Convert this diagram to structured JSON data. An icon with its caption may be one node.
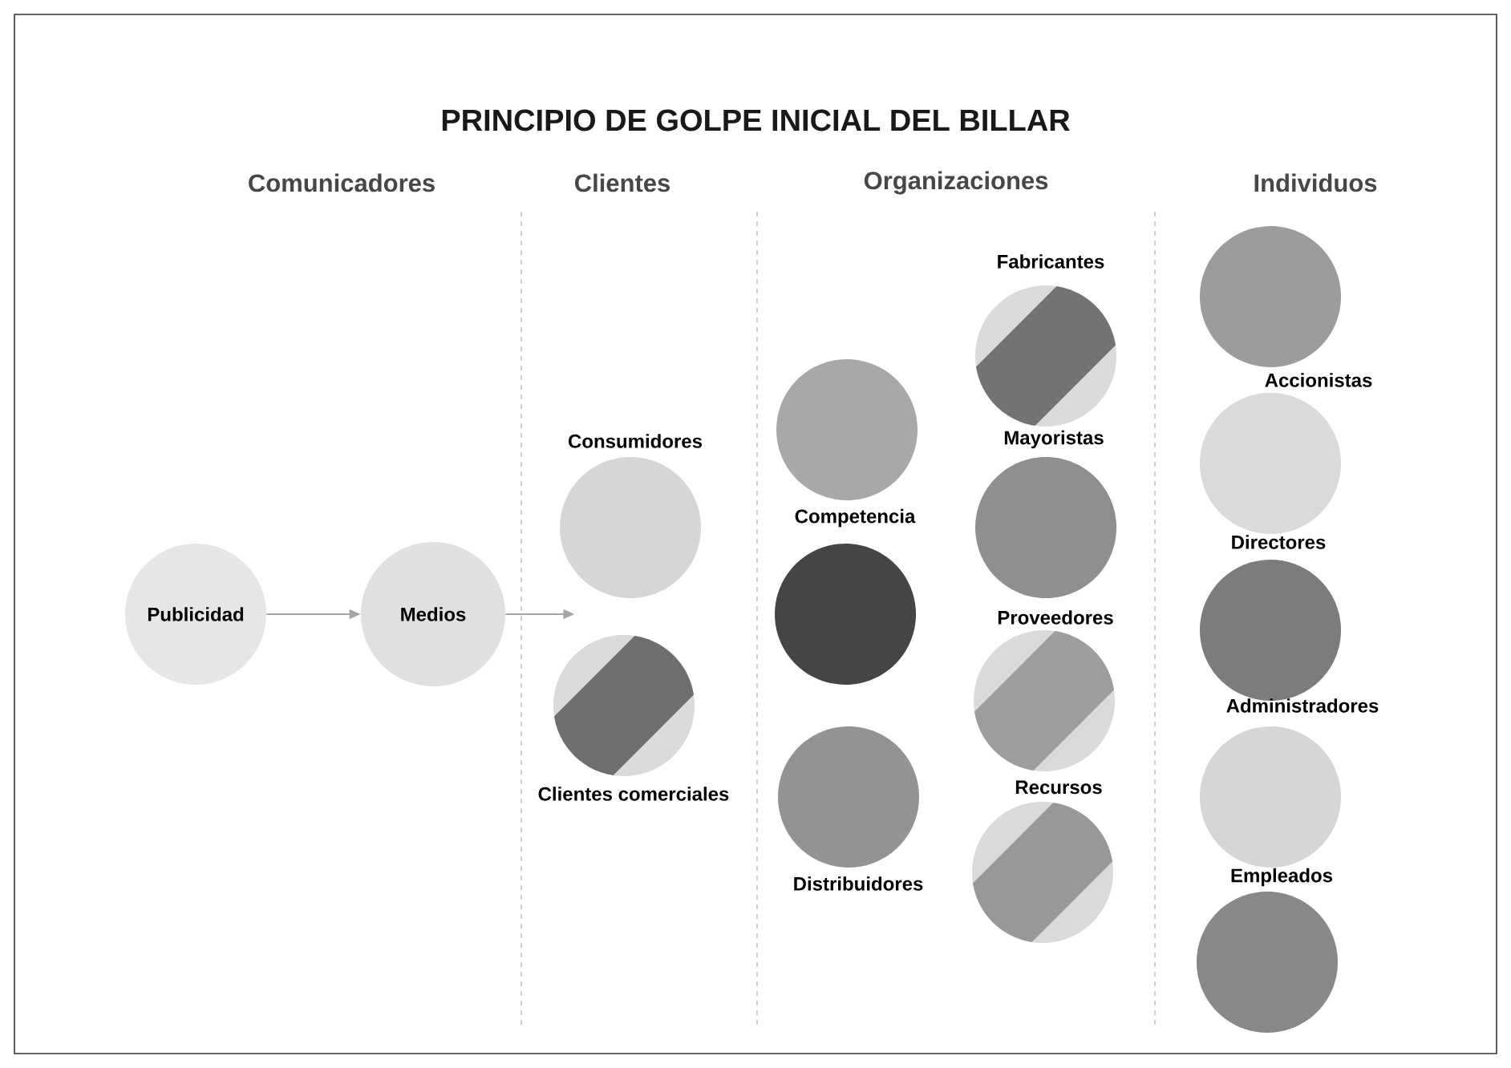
{
  "diagram": {
    "title": "PRINCIPIO DE GOLPE INICIAL DEL BILLAR",
    "nodes": [
      {
        "text": [
          "Publicidad"
        ]
      },
      {
        "text": [
          "Medios"
        ]
      },
      {
        "text": [],
        "shape": "circle",
        "beside": [
          "Consumidores"
        ]
      },
      {
        "text": [],
        "shape": "circle",
        "beside": [
          "Clientes comerciales"
        ]
      },
      {
        "text": [],
        "shape": "circle",
        "beside": [
          "Competencia"
        ]
      },
      {
        "text": [],
        "shape": "circle"
      },
      {
        "text": [],
        "shape": "circle",
        "beside": [
          "Distribuidores"
        ]
      },
      {
        "text": [],
        "shape": "circle",
        "beside": [
          "Fabricantes"
        ]
      },
      {
        "text": [],
        "shape": "circle",
        "beside": [
          "Mayoristas"
        ]
      },
      {
        "text": [],
        "shape": "circle",
        "beside": [
          "Proveedores"
        ]
      },
      {
        "text": [],
        "shape": "circle",
        "beside": [
          "Recursos"
        ]
      },
      {
        "text": [],
        "shape": "circle"
      },
      {
        "text": [],
        "shape": "circle",
        "beside": [
          "Accionistas"
        ]
      },
      {
        "text": [],
        "shape": "circle",
        "beside": [
          "Directores"
        ]
      },
      {
        "text": [],
        "shape": "circle"
      },
      {
        "text": [],
        "shape": "circle",
        "beside": [
          "Empleados"
        ]
      }
    ],
    "edges": [
      {
        "from": 0,
        "to": 1,
        "arrow": "to"
      },
      {
        "from": 1,
        "to": null,
        "arrow": "to"
      }
    ],
    "labels": [
      "Comunicadores",
      "Clientes",
      "Organizaciones",
      "Individuos",
      "Administradores"
    ]
  }
}
